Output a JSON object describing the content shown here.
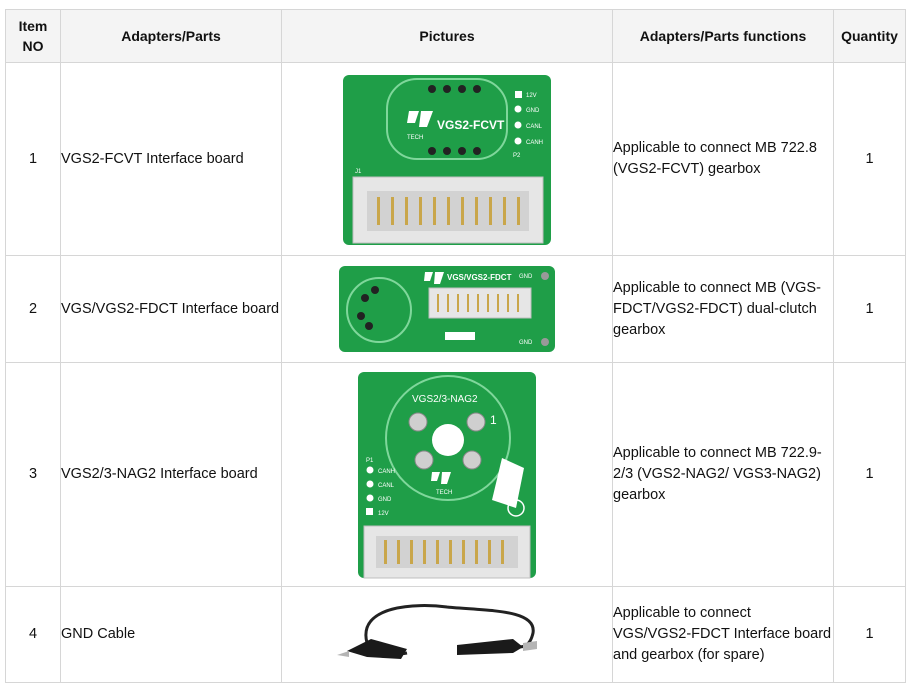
{
  "table": {
    "headers": {
      "no": "Item NO",
      "name": "Adapters/Parts",
      "pictures": "Pictures",
      "functions": "Adapters/Parts functions",
      "quantity": "Quantity"
    },
    "rows": [
      {
        "no": "1",
        "name": "VGS2-FCVT Interface board",
        "function": "Applicable to connect MB 722.8 (VGS2-FCVT) gearbox",
        "quantity": "1",
        "picture": {
          "label": "VGS2-FCVT",
          "logo": "TECH",
          "pins": [
            "12V",
            "GND",
            "CANL",
            "CANH"
          ],
          "connector_labels": [
            "J1",
            "P2"
          ],
          "color": "#1f9e48"
        }
      },
      {
        "no": "2",
        "name": "VGS/VGS2-FDCT Interface board",
        "function": "Applicable to connect MB (VGS-FDCT/VGS2-FDCT) dual-clutch gearbox",
        "quantity": "1",
        "picture": {
          "label": "VGS/VGS2-FDCT",
          "gnd_labels": [
            "GND",
            "GND"
          ],
          "color": "#1f9e48"
        }
      },
      {
        "no": "3",
        "name": "VGS2/3-NAG2 Interface board",
        "function": "Applicable to connect MB 722.9-2/3 (VGS2-NAG2/ VGS3-NAG2) gearbox",
        "quantity": "1",
        "picture": {
          "label": "VGS2/3-NAG2",
          "logo": "TECH",
          "marks": [
            "1",
            "P1"
          ],
          "pins": [
            "CANH",
            "CANL",
            "GND",
            "12V"
          ],
          "color": "#1f9e48"
        }
      },
      {
        "no": "4",
        "name": "GND Cable",
        "function": "Applicable to connect VGS/VGS2-FDCT Interface board and gearbox (for spare)",
        "quantity": "1",
        "picture": {
          "color": "#222222"
        }
      }
    ]
  }
}
